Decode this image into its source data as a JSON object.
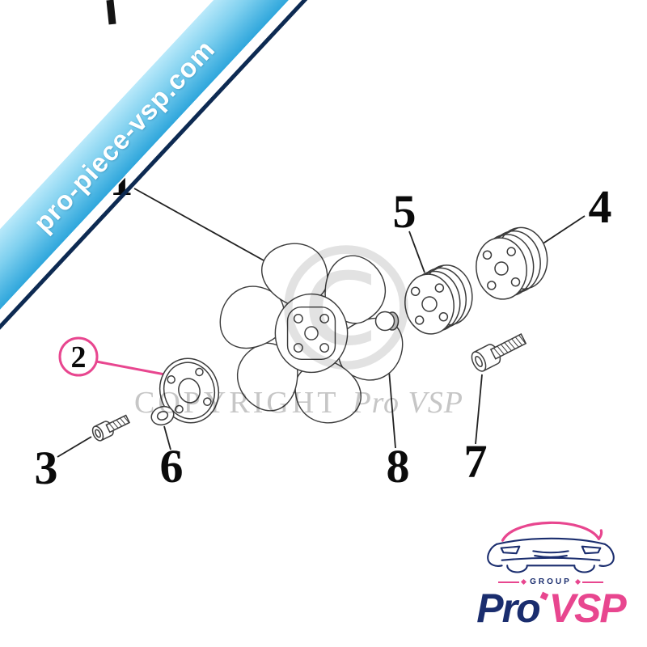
{
  "banner": {
    "text": "pro-piece-vsp.com"
  },
  "diagram": {
    "part_labels": [
      "1",
      "2",
      "3",
      "4",
      "5",
      "6",
      "7",
      "8"
    ],
    "highlighted_part": "2"
  },
  "watermark": {
    "copyright": "COPYRIGHT",
    "brand": "Pro VSP",
    "symbol": "©"
  },
  "logo": {
    "group": "GROUP",
    "pro": "Pro",
    "vsp": "VSP"
  },
  "colors": {
    "ribbon_light": "#b9e9fa",
    "ribbon_dark": "#2ea6dc",
    "ribbon_edge": "#0d2a52",
    "accent_pink": "#e8468f",
    "logo_navy": "#1a2d6e",
    "drawing_line": "#3c3c3c",
    "watermark_gray": "#c6c6c6"
  }
}
